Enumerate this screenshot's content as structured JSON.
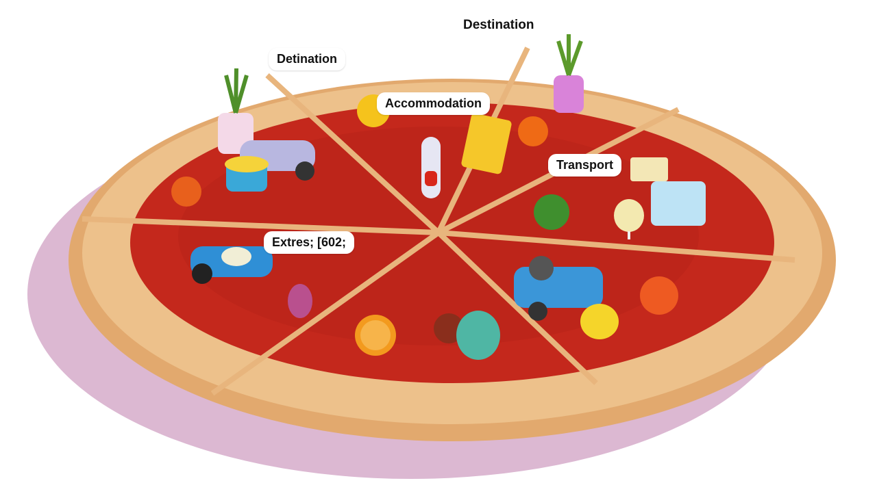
{
  "image": {
    "description": "Illustrated pizza divided into slices, each topped with travel-themed items (cars, vegetables, drinks), with speech-bubble labels",
    "colors": {
      "crust": "#e8b57d",
      "crust_shadow": "#c98d55",
      "sauce": "#c4281c",
      "sauce_dark": "#9e1c12",
      "plate_shadow": "#d9b4cf",
      "background": "#ffffff"
    }
  },
  "labels": {
    "destination_top": "Destination",
    "destination_left": "Detination",
    "accommodation": "Accommodation",
    "transport": "Transport",
    "extras": "Extres; [602;"
  }
}
